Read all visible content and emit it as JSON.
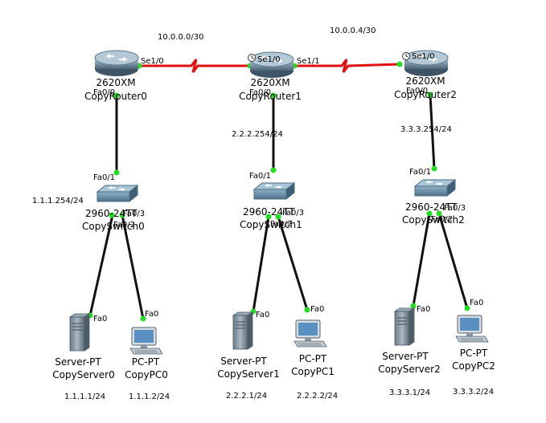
{
  "networks": {
    "wan1": "10.0.0.0/30",
    "wan2": "10.0.0.4/30"
  },
  "routers": [
    {
      "model": "2620XM",
      "name": "CopyRouter0",
      "ports": {
        "se_a": "Se1/0",
        "fa": "Fa0/0"
      }
    },
    {
      "model": "2620XM",
      "name": "CopyRouter1",
      "ports": {
        "se_a": "Se1/0",
        "se_b": "Se1/1",
        "fa": "Fa0/0"
      }
    },
    {
      "model": "2620XM",
      "name": "CopyRouter2",
      "ports": {
        "se_a": "Se1/0",
        "fa": "Fa0/0"
      }
    }
  ],
  "lan_gateways": [
    "1.1.1.254/24",
    "2.2.2.254/24",
    "3.3.3.254/24"
  ],
  "switches": [
    {
      "model": "2960-24TT",
      "name": "CopySwitch0",
      "ports": {
        "up": "Fa0/1",
        "p2": "Fa0/2",
        "p3": "Fa0/3"
      }
    },
    {
      "model": "2960-24TT",
      "name": "CopySwitch1",
      "ports": {
        "up": "Fa0/1",
        "p2": "Fa0/2",
        "p3": "Fa0/3"
      }
    },
    {
      "model": "2960-24TT",
      "name": "CopySwitch2",
      "ports": {
        "up": "Fa0/1",
        "p2": "Fa0/2",
        "p3": "Fa0/3"
      }
    }
  ],
  "servers": [
    {
      "model": "Server-PT",
      "name": "CopyServer0",
      "port": "Fa0",
      "ip": "1.1.1.1/24"
    },
    {
      "model": "Server-PT",
      "name": "CopyServer1",
      "port": "Fa0",
      "ip": "2.2.2.1/24"
    },
    {
      "model": "Server-PT",
      "name": "CopyServer2",
      "port": "Fa0",
      "ip": "3.3.3.1/24"
    }
  ],
  "pcs": [
    {
      "model": "PC-PT",
      "name": "CopyPC0",
      "port": "Fa0",
      "ip": "1.1.1.2/24"
    },
    {
      "model": "PC-PT",
      "name": "CopyPC1",
      "port": "Fa0",
      "ip": "2.2.2.2/24"
    },
    {
      "model": "PC-PT",
      "name": "CopyPC2",
      "port": "Fa0",
      "ip": "3.3.3.2/24"
    }
  ],
  "colors": {
    "serial_link": "#e01010",
    "ethernet_link": "#111111",
    "port_up": "#22dd22"
  }
}
